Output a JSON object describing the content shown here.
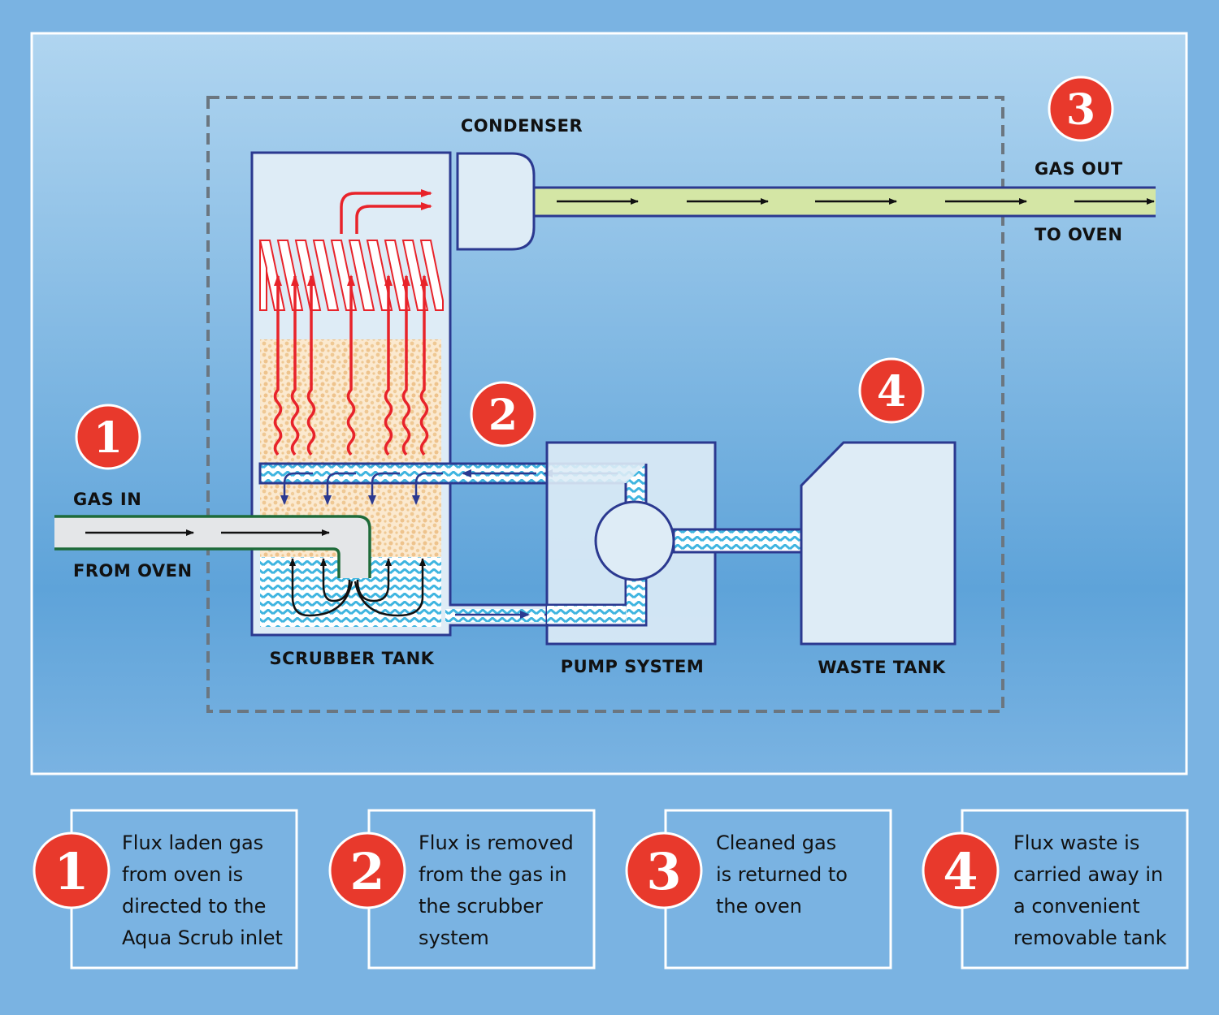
{
  "diagram": {
    "labels": {
      "condenser": "CONDENSER",
      "gas_out": "GAS OUT",
      "to_oven": "TO OVEN",
      "gas_in": "GAS IN",
      "from_oven": "FROM OVEN",
      "scrubber_tank": "SCRUBBER TANK",
      "pump_system": "PUMP SYSTEM",
      "waste_tank": "WASTE TANK"
    },
    "markers": [
      "1",
      "2",
      "3",
      "4"
    ]
  },
  "steps": [
    {
      "number": "1",
      "lines": [
        "Flux laden gas",
        "from oven is",
        "directed to the",
        "Aqua Scrub inlet"
      ]
    },
    {
      "number": "2",
      "lines": [
        "Flux is removed",
        "from the gas in",
        "the scrubber",
        "system"
      ]
    },
    {
      "number": "3",
      "lines": [
        "Cleaned gas",
        "is returned to",
        "the oven"
      ]
    },
    {
      "number": "4",
      "lines": [
        "Flux waste is",
        "carried away in",
        "a convenient",
        "removable tank"
      ]
    }
  ],
  "colors": {
    "marker_red": "#e8392c",
    "outline_navy": "#2b3990",
    "gas_out_pipe": "#d4e6a5",
    "gas_in_pipe_outline": "#1e6b3a",
    "water": "#3fb5e0",
    "packing": "#f1cfa0",
    "heat_red": "#e8232a"
  }
}
